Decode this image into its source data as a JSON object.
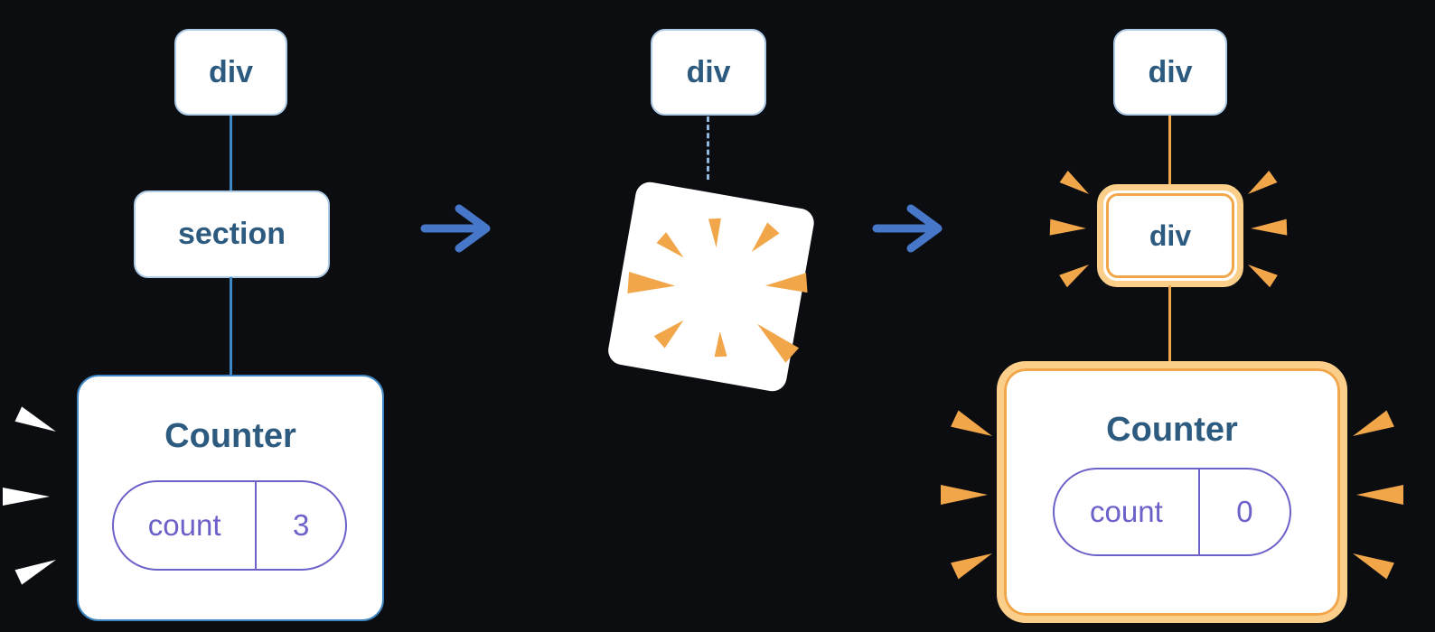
{
  "panels": {
    "before": {
      "root_label": "div",
      "child_label": "section",
      "component": {
        "title": "Counter",
        "state_key": "count",
        "state_value": "3"
      }
    },
    "deleting": {
      "root_label": "div"
    },
    "after": {
      "root_label": "div",
      "child_label": "div",
      "component": {
        "title": "Counter",
        "state_key": "count",
        "state_value": "0"
      }
    }
  },
  "icons": {
    "transition_arrow": "arrow-right-icon",
    "poof": "poof-explosion-icon",
    "burst": "burst-ray-icon"
  },
  "colors": {
    "background": "#0b0d10",
    "node_border": "#aecbe8",
    "node_text": "#2d5b80",
    "tree_line_blue": "#3e86c3",
    "arrow_blue": "#4677c9",
    "state_purple": "#6b61c9",
    "highlight_orange": "#f2a64a",
    "highlight_orange_light": "#fbcf8a",
    "dashed_line": "#8fb8dc",
    "burst_white": "#ffffff"
  }
}
